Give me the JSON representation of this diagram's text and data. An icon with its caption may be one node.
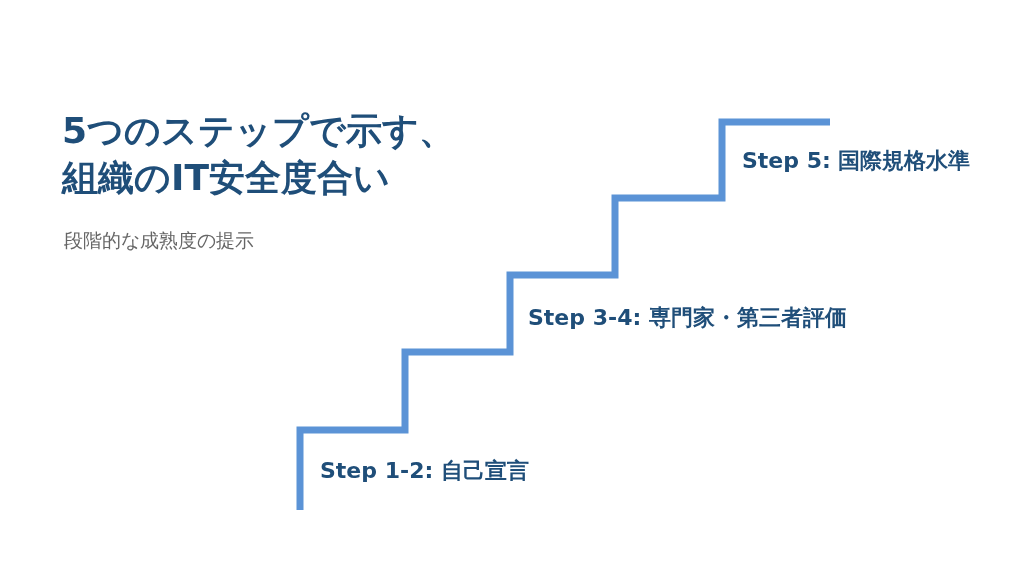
{
  "diagram": {
    "title": "5つのステップで示す、組織のIT安全度合い",
    "labels": [
      "段階的な成熟度の提示",
      "Step 1-2: 自己宣言",
      "Step 3-4: 専門家・第三者評価",
      "Step 5: 国際規格水準"
    ]
  }
}
